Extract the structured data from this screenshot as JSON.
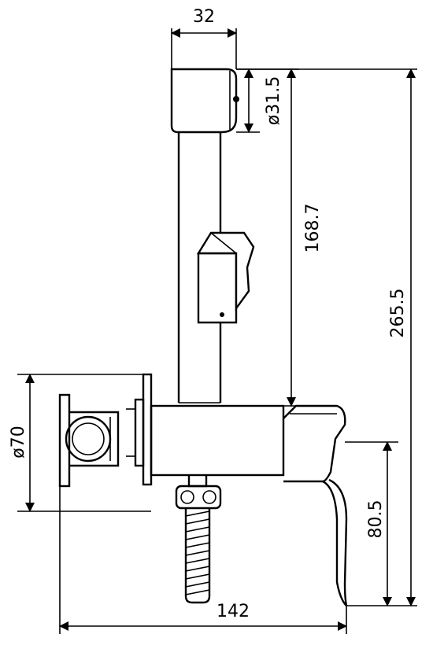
{
  "dimensions": {
    "head_width": "32",
    "head_diameter": "ø31.5",
    "shaft_height": "168.7",
    "total_height": "265.5",
    "flange_diameter": "ø70",
    "lever_height": "80.5",
    "total_width": "142"
  },
  "colors": {
    "line": "#000000",
    "background": "#ffffff"
  }
}
